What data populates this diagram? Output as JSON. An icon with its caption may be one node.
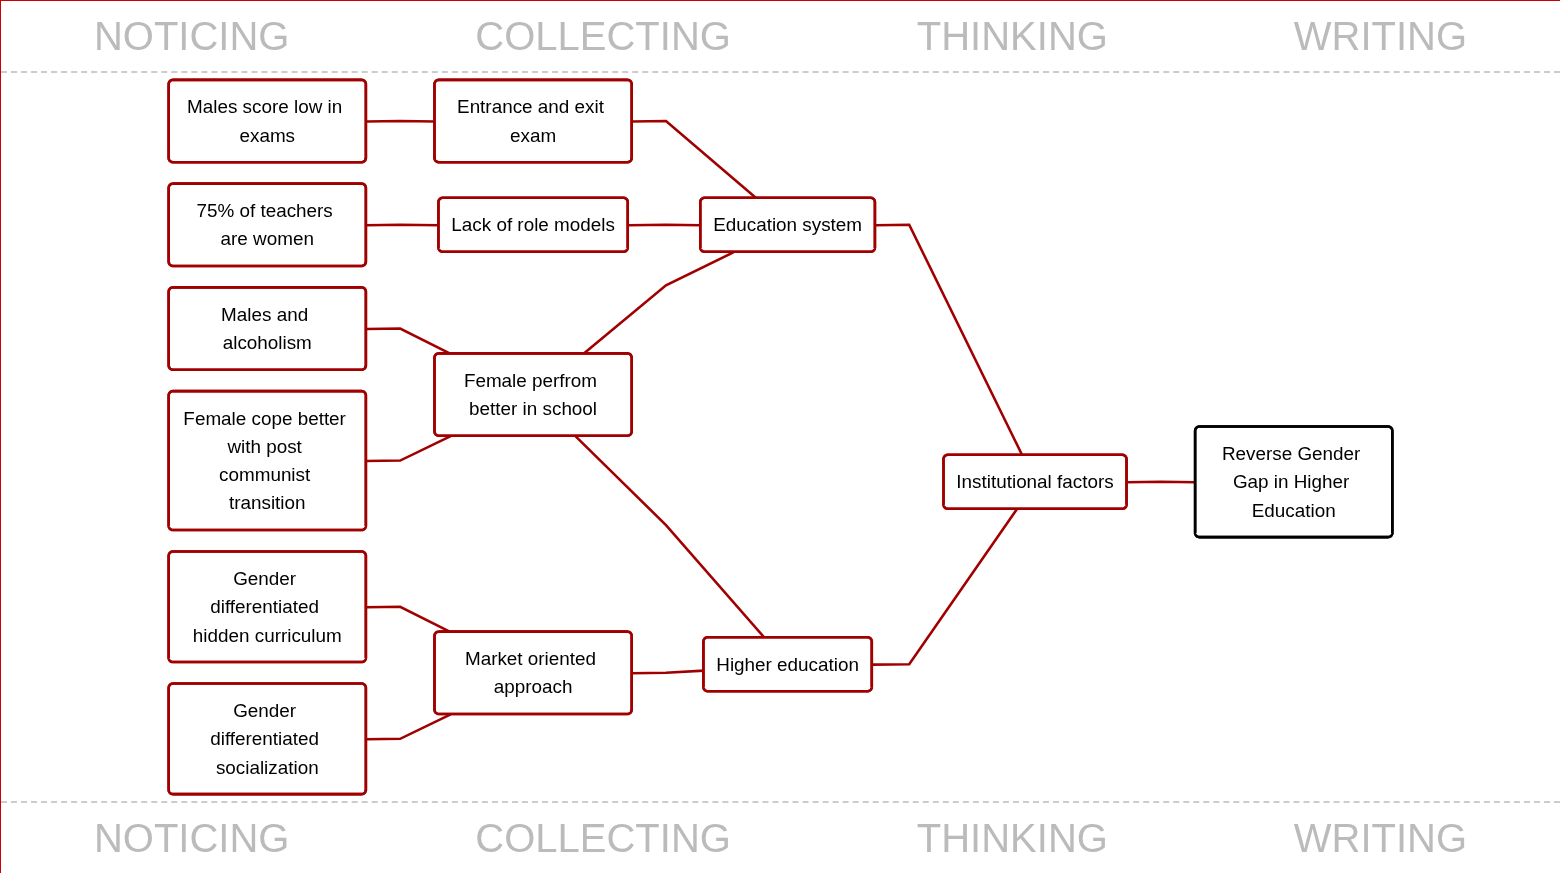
{
  "diagram": {
    "nodes": [
      {
        "text": [
          "Males score low in exams"
        ]
      },
      {
        "text": [
          "Entrance and exit exam"
        ]
      },
      {
        "text": [
          "75% of teachers are women"
        ]
      },
      {
        "text": [
          "Lack of role models"
        ]
      },
      {
        "text": [
          "Education system"
        ]
      },
      {
        "text": [
          "Males and alcoholism"
        ]
      },
      {
        "text": [
          "Female perfrom better in school"
        ]
      },
      {
        "text": [
          "Female cope better with post communist transition"
        ]
      },
      {
        "text": [
          "Institutional factors"
        ]
      },
      {
        "text": [
          "Reverse Gender Gap in Higher Education"
        ]
      },
      {
        "text": [
          "Higher education"
        ]
      },
      {
        "text": [
          "Gender differentiated hidden curriculum"
        ]
      },
      {
        "text": [
          "Market oriented approach"
        ]
      },
      {
        "text": [
          "Gender differentiated socialization"
        ]
      }
    ],
    "edges": [
      {
        "from": 0,
        "to": 1,
        "arrow": "none"
      },
      {
        "from": 2,
        "to": 3,
        "arrow": "none"
      },
      {
        "from": 5,
        "to": 6,
        "arrow": "none"
      },
      {
        "from": 7,
        "to": 6,
        "arrow": "none"
      },
      {
        "from": 11,
        "to": 12,
        "arrow": "none"
      },
      {
        "from": 13,
        "to": 12,
        "arrow": "none"
      },
      {
        "from": 1,
        "to": 4,
        "arrow": "none"
      },
      {
        "from": 3,
        "to": 4,
        "arrow": "none"
      },
      {
        "from": 6,
        "to": 4,
        "arrow": "none"
      },
      {
        "from": 6,
        "to": 10,
        "arrow": "none"
      },
      {
        "from": 12,
        "to": 10,
        "arrow": "none"
      },
      {
        "from": 4,
        "to": 8,
        "arrow": "none"
      },
      {
        "from": 10,
        "to": 8,
        "arrow": "none"
      },
      {
        "from": 8,
        "to": 9,
        "arrow": "none"
      }
    ],
    "labels": [
      "NOTICING",
      "COLLECTING",
      "THINKING",
      "WRITING",
      "NOTICING",
      "COLLECTING",
      "THINKING",
      "WRITING"
    ]
  }
}
